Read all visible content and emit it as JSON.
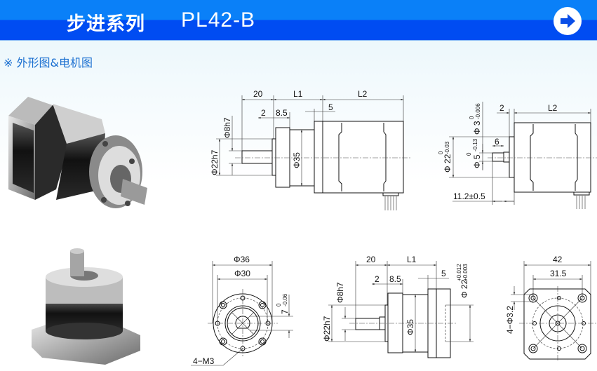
{
  "header": {
    "series": "步进系列",
    "model": "PL42-B",
    "next_icon": "arrow-right-circle-icon"
  },
  "section_title": "※ 外形图&电机图",
  "colors": {
    "header_top": "#0a80f8",
    "header_bottom": "#004cf2",
    "section": "#1a6fd0"
  },
  "drawing_gearbox_motor_side": {
    "shaft_len": "20",
    "l1": "L1",
    "l2": "L2",
    "step": "2",
    "flange": "8.5",
    "plate": "5",
    "pilot_dia": "Φ22h7",
    "shaft_dia": "Φ8h7",
    "body_dia": "Φ35"
  },
  "drawing_motor_side": {
    "plate": "2",
    "l2": "L2",
    "pilot_dia": "Φ 22",
    "pilot_tol_up": "0",
    "pilot_tol_low": "-0.03",
    "shaft_dia": "Φ 5",
    "shaft_tol_up": "0",
    "shaft_tol_low": "-0.13",
    "flat_dia": "Φ 3",
    "flat_tol_up": "0",
    "flat_tol_low": "-0.006",
    "flat_len": "6",
    "shaft_len": "11.2±0.5"
  },
  "drawing_gearbox_front": {
    "outer_dia": "Φ36",
    "bolt_circle": "Φ30",
    "flat": "7",
    "flat_tol_up": "0",
    "flat_tol_low": "-0.06",
    "holes": "4−M3"
  },
  "drawing_gearbox_side": {
    "shaft_len": "20",
    "l1": "L1",
    "step": "2",
    "flange": "8.5",
    "plate": "5",
    "shaft_dia": "Φ8h7",
    "pilot_dia": "Φ22h7",
    "body_dia": "Φ35",
    "rear_dia": "Φ 22",
    "rear_tol_up": "+0.012",
    "rear_tol_low": "+0.003"
  },
  "drawing_motor_front": {
    "width": "42",
    "hole_spacing": "31.5",
    "holes": "4−Φ3.2"
  }
}
